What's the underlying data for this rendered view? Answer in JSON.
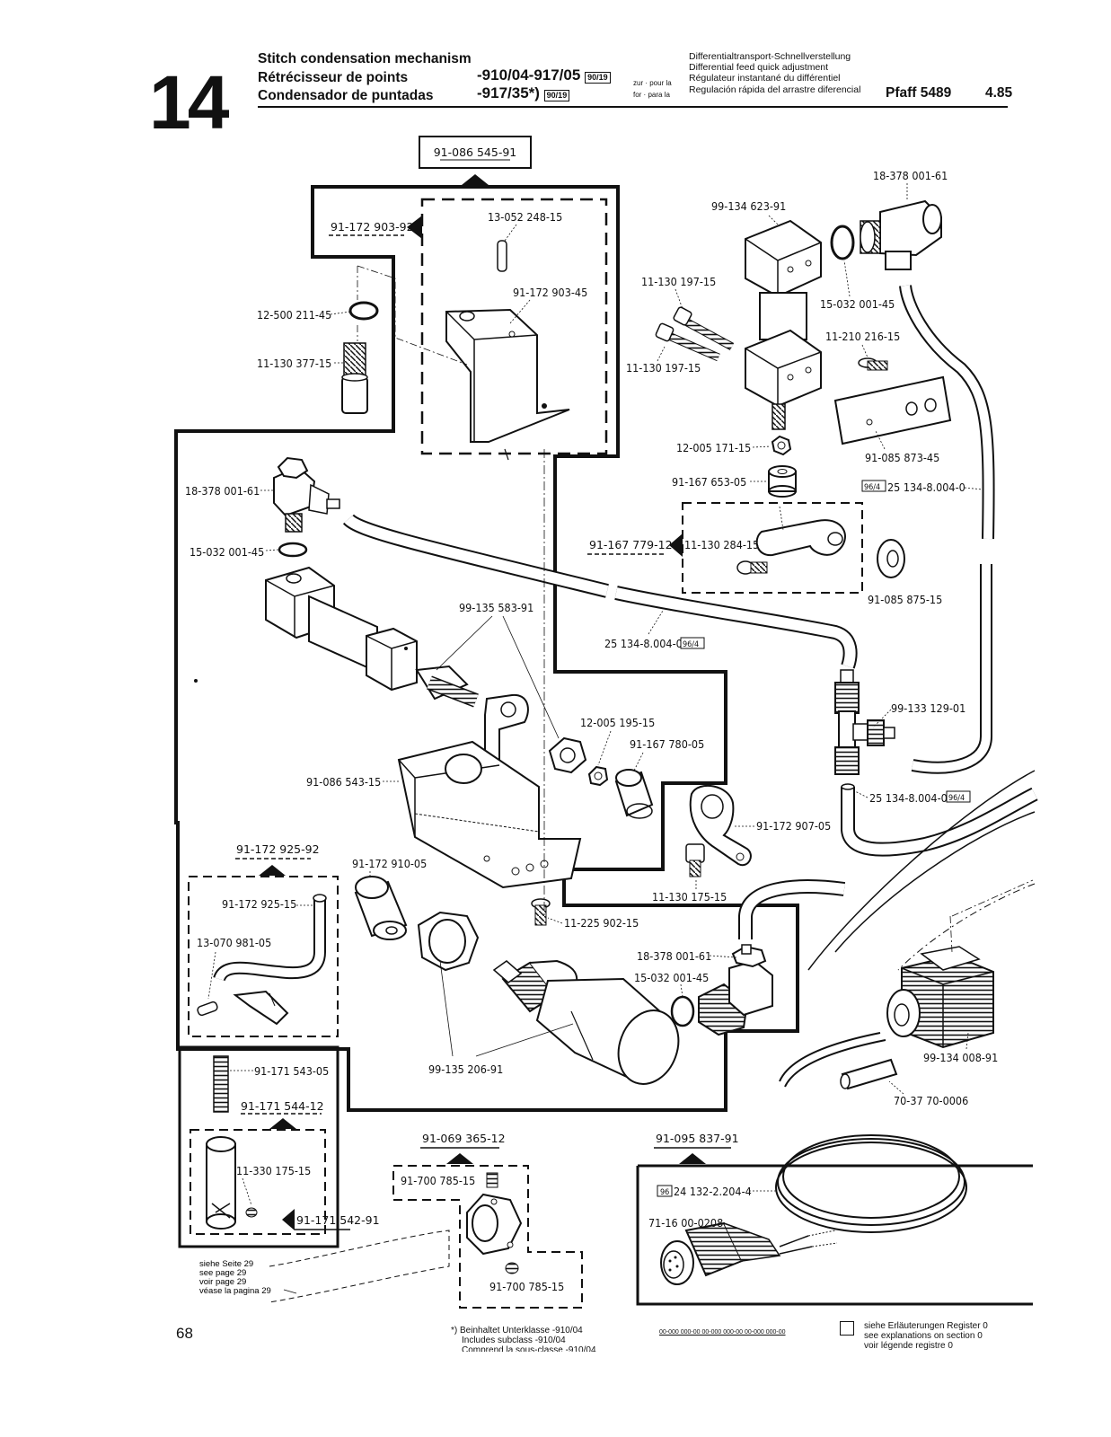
{
  "header": {
    "chapter": "14",
    "title_lines": [
      "Stitch condensation mechanism",
      "Rétrécisseur de points",
      "Condensador de puntadas"
    ],
    "subclass_line1": "-910/04-917/05",
    "subclass_line2": "-917/35*)",
    "badge": "90/19",
    "zur_line1": "zur · pour la",
    "zur_line2": "for · para la",
    "desc_lines": [
      "Differentialtransport-Schnellverstellung",
      "Differential feed quick adjustment",
      "Régulateur instantané du différentiel",
      "Regulación rápida del arrastre diferencial"
    ],
    "machine": "Pfaff 5489",
    "date": "4.85"
  },
  "parts": {
    "p01": "91-086 545-91",
    "p02": "91-172 903-92",
    "p03": "13-052 248-15",
    "p04": "91-172 903-45",
    "p05": "12-500 211-45",
    "p06": "11-130 377-15",
    "p07": "18-378 001-61",
    "p08": "99-134 623-91",
    "p09": "11-130 197-15",
    "p10": "11-130 197-15",
    "p11": "15-032 001-45",
    "p12": "11-210 216-15",
    "p13": "91-085 873-45",
    "p14": "12-005 171-15",
    "p15": "91-167 653-05",
    "p16": "25 134-8.004-0",
    "p17": "91-167 779-12",
    "p18": "11-130 284-15",
    "p19": "91-085 875-15",
    "p20": "18-378 001-61",
    "p21": "15-032 001-45",
    "p22": "99-135 583-91",
    "p23": "25 134-8.004-0",
    "p24": "99-133 129-01",
    "p25": "12-005 195-15",
    "p26": "91-167 780-05",
    "p27": "91-086 543-15",
    "p28": "25 134-8.004-0",
    "p29": "91-172 907-05",
    "p30": "91-172 925-92",
    "p31": "91-172 925-15",
    "p32": "91-172 910-05",
    "p33": "11-130 175-15",
    "p34": "13-070 981-05",
    "p35": "11-225 902-15",
    "p36": "18-378 001-61",
    "p37": "15-032 001-45",
    "p38": "91-171 543-05",
    "p39": "99-135 206-91",
    "p40": "99-134 008-91",
    "p41": "91-171 544-12",
    "p42": "70-37 70-0006",
    "p43": "91-069 365-12",
    "p44": "91-095 837-91",
    "p45": "11-330 175-15",
    "p46": "91-700 785-15",
    "p47": "24 132-2.204-4",
    "p48": "91-171 542-91",
    "p49": "71-16 00-0208",
    "p50": "91-700 785-15"
  },
  "badges": {
    "b96_4": "96/4",
    "b96": "96"
  },
  "see_page": [
    "siehe Seite 29",
    "see page 29",
    "voir page 29",
    "véase la pagina 29"
  ],
  "footer": {
    "page_number": "68",
    "note_lines": [
      "*) Beinhaltet Unterklasse -910/04",
      "Includes subclass -910/04",
      "Comprend la sous-classe -910/04"
    ],
    "codes": "00-000 000-00  00-000 000-00  00-000 000-00",
    "legend_lines": [
      "siehe Erläuterungen Register 0",
      "see explanations on section 0",
      "voir légende registre 0"
    ]
  }
}
